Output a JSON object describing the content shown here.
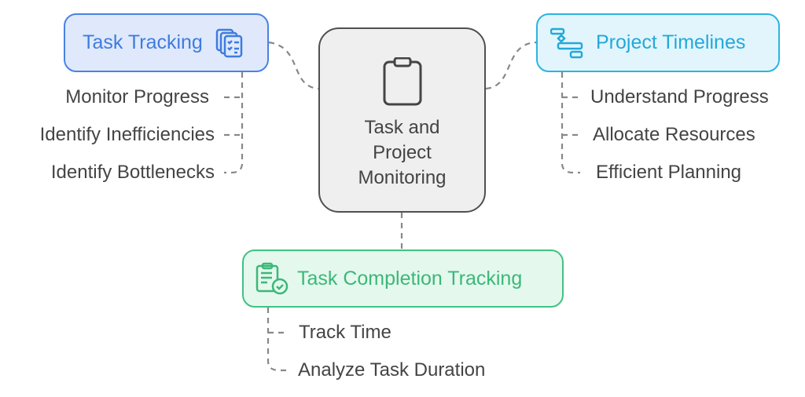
{
  "center": {
    "title": "Task and Project Monitoring",
    "icon": "clipboard-icon"
  },
  "branches": [
    {
      "title": "Task Tracking",
      "icon": "task-list-icon",
      "color": "#4a82e2",
      "items": [
        "Monitor Progress",
        "Identify Inefficiencies",
        "Identify Bottlenecks"
      ]
    },
    {
      "title": "Project Timelines",
      "icon": "gantt-chart-icon",
      "color": "#2bb4e0",
      "items": [
        "Understand Progress",
        "Allocate Resources",
        "Efficient Planning"
      ]
    },
    {
      "title": "Task Completion Tracking",
      "icon": "clipboard-check-icon",
      "color": "#41c282",
      "items": [
        "Track Time",
        "Analyze Task Duration"
      ]
    }
  ]
}
